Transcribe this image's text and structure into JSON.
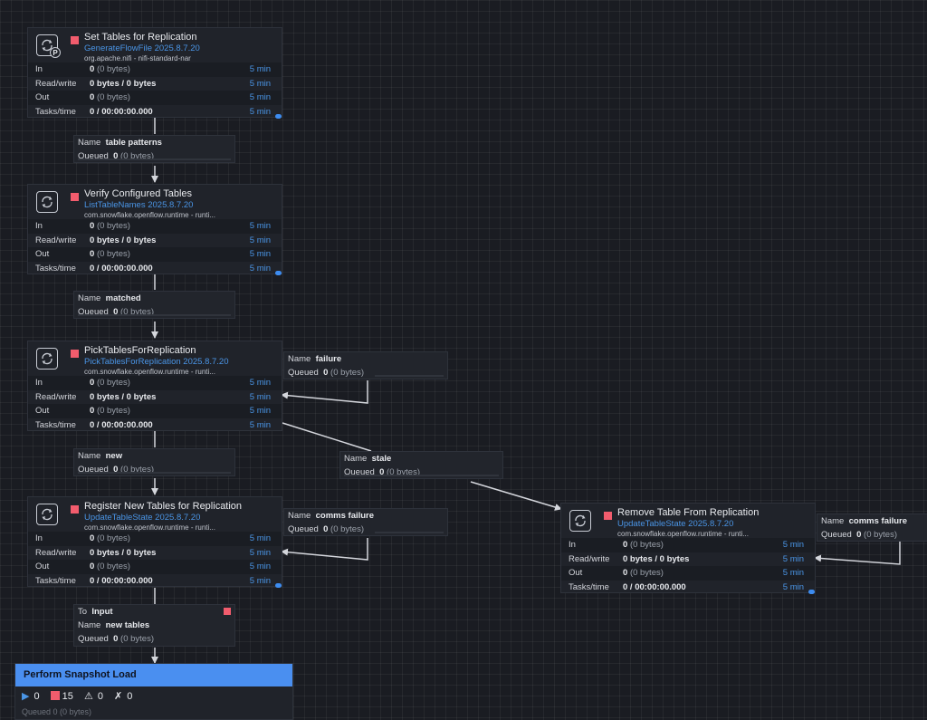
{
  "processors": [
    {
      "title": "Set Tables for Replication",
      "type": "GenerateFlowFile 2025.8.7.20",
      "bundle": "org.apache.nifi - nifi-standard-nar",
      "primary_badge": "P",
      "stats": [
        {
          "label": "In",
          "value": "0",
          "sub": "(0 bytes)",
          "time": "5 min"
        },
        {
          "label": "Read/write",
          "value": "0 bytes / 0 bytes",
          "sub": "",
          "time": "5 min"
        },
        {
          "label": "Out",
          "value": "0",
          "sub": "(0 bytes)",
          "time": "5 min"
        },
        {
          "label": "Tasks/time",
          "value": "0 / 00:00:00.000",
          "sub": "",
          "time": "5 min"
        }
      ]
    },
    {
      "title": "Verify Configured Tables",
      "type": "ListTableNames 2025.8.7.20",
      "bundle": "com.snowflake.openflow.runtime - runti...",
      "stats": [
        {
          "label": "In",
          "value": "0",
          "sub": "(0 bytes)",
          "time": "5 min"
        },
        {
          "label": "Read/write",
          "value": "0 bytes / 0 bytes",
          "sub": "",
          "time": "5 min"
        },
        {
          "label": "Out",
          "value": "0",
          "sub": "(0 bytes)",
          "time": "5 min"
        },
        {
          "label": "Tasks/time",
          "value": "0 / 00:00:00.000",
          "sub": "",
          "time": "5 min"
        }
      ]
    },
    {
      "title": "PickTablesForReplication",
      "type": "PickTablesForReplication 2025.8.7.20",
      "bundle": "com.snowflake.openflow.runtime - runti...",
      "stats": [
        {
          "label": "In",
          "value": "0",
          "sub": "(0 bytes)",
          "time": "5 min"
        },
        {
          "label": "Read/write",
          "value": "0 bytes / 0 bytes",
          "sub": "",
          "time": "5 min"
        },
        {
          "label": "Out",
          "value": "0",
          "sub": "(0 bytes)",
          "time": "5 min"
        },
        {
          "label": "Tasks/time",
          "value": "0 / 00:00:00.000",
          "sub": "",
          "time": "5 min"
        }
      ]
    },
    {
      "title": "Register New Tables for Replication",
      "type": "UpdateTableState 2025.8.7.20",
      "bundle": "com.snowflake.openflow.runtime - runti...",
      "stats": [
        {
          "label": "In",
          "value": "0",
          "sub": "(0 bytes)",
          "time": "5 min"
        },
        {
          "label": "Read/write",
          "value": "0 bytes / 0 bytes",
          "sub": "",
          "time": "5 min"
        },
        {
          "label": "Out",
          "value": "0",
          "sub": "(0 bytes)",
          "time": "5 min"
        },
        {
          "label": "Tasks/time",
          "value": "0 / 00:00:00.000",
          "sub": "",
          "time": "5 min"
        }
      ]
    },
    {
      "title": "Remove Table From Replication",
      "type": "UpdateTableState 2025.8.7.20",
      "bundle": "com.snowflake.openflow.runtime - runti...",
      "stats": [
        {
          "label": "In",
          "value": "0",
          "sub": "(0 bytes)",
          "time": "5 min"
        },
        {
          "label": "Read/write",
          "value": "0 bytes / 0 bytes",
          "sub": "",
          "time": "5 min"
        },
        {
          "label": "Out",
          "value": "0",
          "sub": "(0 bytes)",
          "time": "5 min"
        },
        {
          "label": "Tasks/time",
          "value": "0 / 00:00:00.000",
          "sub": "",
          "time": "5 min"
        }
      ]
    }
  ],
  "connections": {
    "name_label": "Name",
    "queued_label": "Queued",
    "to_label": "To",
    "items": [
      {
        "name": "table patterns",
        "queued": "0",
        "queued_sub": "(0 bytes)"
      },
      {
        "name": "matched",
        "queued": "0",
        "queued_sub": "(0 bytes)"
      },
      {
        "name": "failure",
        "queued": "0",
        "queued_sub": "(0 bytes)"
      },
      {
        "name": "new",
        "queued": "0",
        "queued_sub": "(0 bytes)"
      },
      {
        "name": "stale",
        "queued": "0",
        "queued_sub": "(0 bytes)"
      },
      {
        "name": "comms failure",
        "queued": "0",
        "queued_sub": "(0 bytes)"
      },
      {
        "name": "comms failure",
        "queued": "0",
        "queued_sub": "(0 bytes)"
      },
      {
        "name": "new tables",
        "to": "Input",
        "queued": "0",
        "queued_sub": "(0 bytes)"
      }
    ]
  },
  "process_group": {
    "title": "Perform Snapshot Load",
    "running": "0",
    "stopped": "15",
    "invalid": "0",
    "disabled": "0",
    "footer": "Queued   0 (0 bytes)"
  },
  "colors": {
    "canvas": "#1a1c22",
    "stopped": "#f25c6d",
    "link": "#4a95e6",
    "group_header": "#4a8ff0"
  }
}
